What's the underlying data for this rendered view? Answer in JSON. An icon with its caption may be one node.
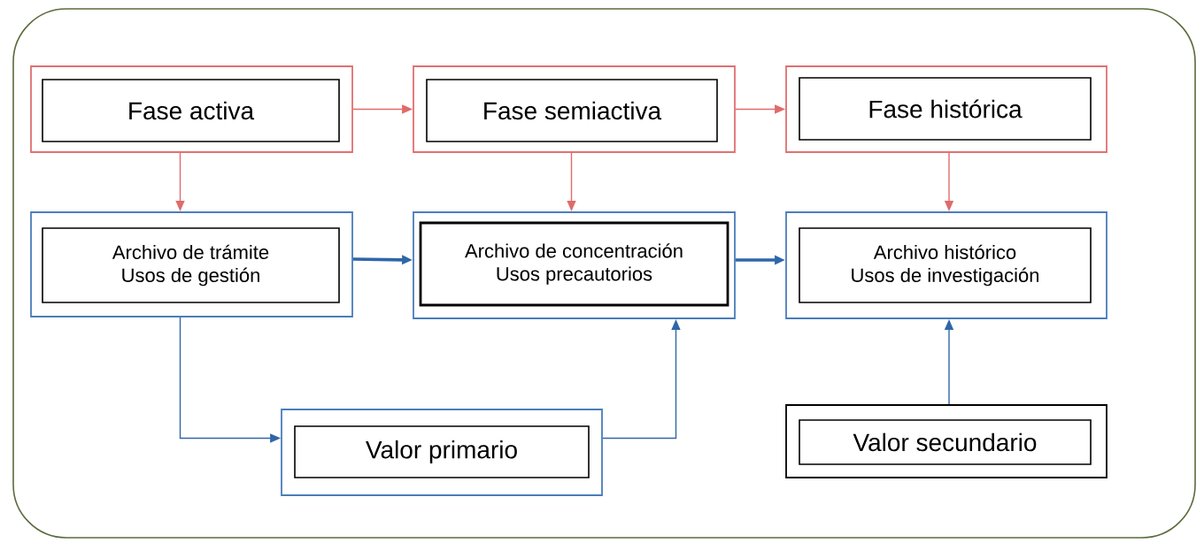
{
  "diagram": {
    "nodes": [
      {
        "text": [
          "Fase activa"
        ]
      },
      {
        "text": [
          "Fase semiactiva"
        ]
      },
      {
        "text": [
          "Fase histórica"
        ]
      },
      {
        "text": [
          "Archivo de trámite",
          "Usos de gestión"
        ]
      },
      {
        "text": [
          "Archivo de concentración",
          "Usos precautorios"
        ]
      },
      {
        "text": [
          "Archivo histórico",
          "Usos de investigación"
        ]
      },
      {
        "text": [
          "Valor primario"
        ]
      },
      {
        "text": [
          "Valor secundario"
        ]
      }
    ],
    "edges": [
      {
        "from": 0,
        "to": 1,
        "arrow": "to",
        "color": "#e06b6b"
      },
      {
        "from": 1,
        "to": 2,
        "arrow": "to",
        "color": "#e06b6b"
      },
      {
        "from": 0,
        "to": 3,
        "arrow": "to",
        "color": "#e06b6b"
      },
      {
        "from": 1,
        "to": 4,
        "arrow": "to",
        "color": "#e06b6b"
      },
      {
        "from": 2,
        "to": 5,
        "arrow": "to",
        "color": "#e06b6b"
      },
      {
        "from": 3,
        "to": 4,
        "arrow": "to",
        "style": "thick",
        "color": "#2f66a8"
      },
      {
        "from": 4,
        "to": 5,
        "arrow": "to",
        "style": "thick",
        "color": "#2f66a8"
      },
      {
        "from": 3,
        "to": 6,
        "arrow": "to",
        "color": "#2f66a8"
      },
      {
        "from": 6,
        "to": 4,
        "arrow": "to",
        "color": "#2f66a8"
      },
      {
        "from": 7,
        "to": 5,
        "arrow": "to",
        "color": "#2f66a8"
      }
    ]
  }
}
